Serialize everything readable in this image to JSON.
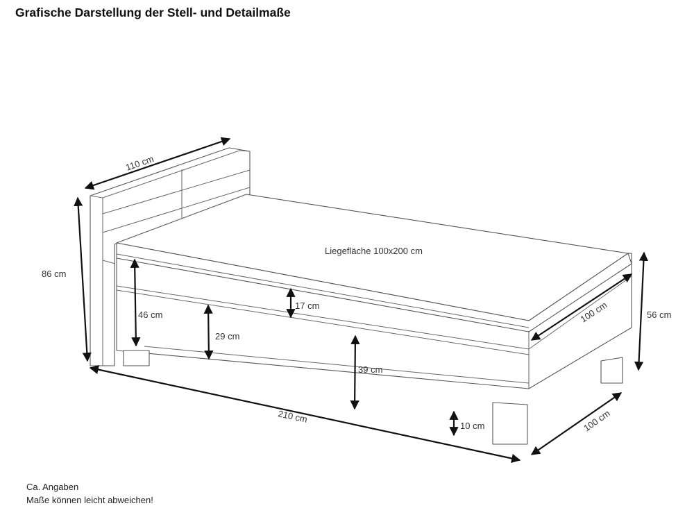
{
  "title": "Grafische Darstellung der Stell- und Detailmaße",
  "labels": {
    "headboard_width": "110 cm",
    "headboard_height": "86 cm",
    "sleeping_area": "Liegefläche 100x200 cm",
    "mattress_height": "17 cm",
    "total_height": "46 cm",
    "box_height": "29 cm",
    "frame_height": "39 cm",
    "foot_height": "10 cm",
    "length": "210 cm",
    "width_front": "100 cm",
    "width_surface": "100 cm",
    "foot_end_height": "56 cm"
  },
  "notes": {
    "line1": "Ca. Angaben",
    "line2": "Maße können leicht abweichen!"
  }
}
